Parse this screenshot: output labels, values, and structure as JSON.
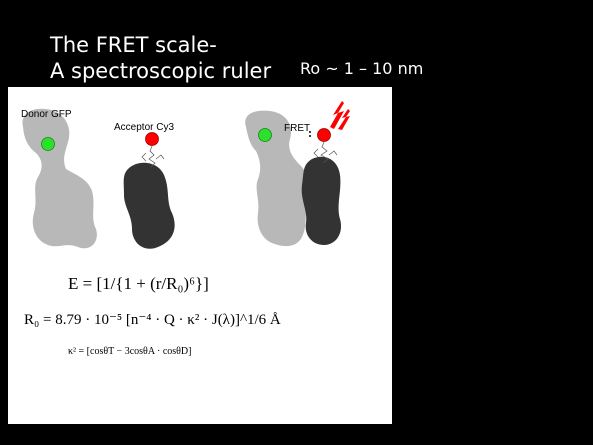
{
  "slide": {
    "title_line1": "The FRET scale-",
    "title_line2": "A spectroscopic ruler",
    "range_text": "Ro ~ 1 – 10 nm"
  },
  "figure": {
    "donor_label": "Donor GFP",
    "acceptor_label": "Acceptor Cy3",
    "fret_label": "FRET",
    "donor_color": "#2ee02e",
    "acceptor_color": "#ff0000",
    "donor_protein_color": "#b8b8b8",
    "acceptor_protein_color": "#333333"
  },
  "equations": {
    "efficiency": "E = [1/{1 + (r/R₀)⁶}]",
    "forster_radius": "R₀ = 8.79 · 10⁻⁵ [n⁻⁴ · Q · κ² · J(λ)]^1/6 Å",
    "orientation_factor": "κ² = [cosθT − 3cosθA · cosθD]"
  }
}
